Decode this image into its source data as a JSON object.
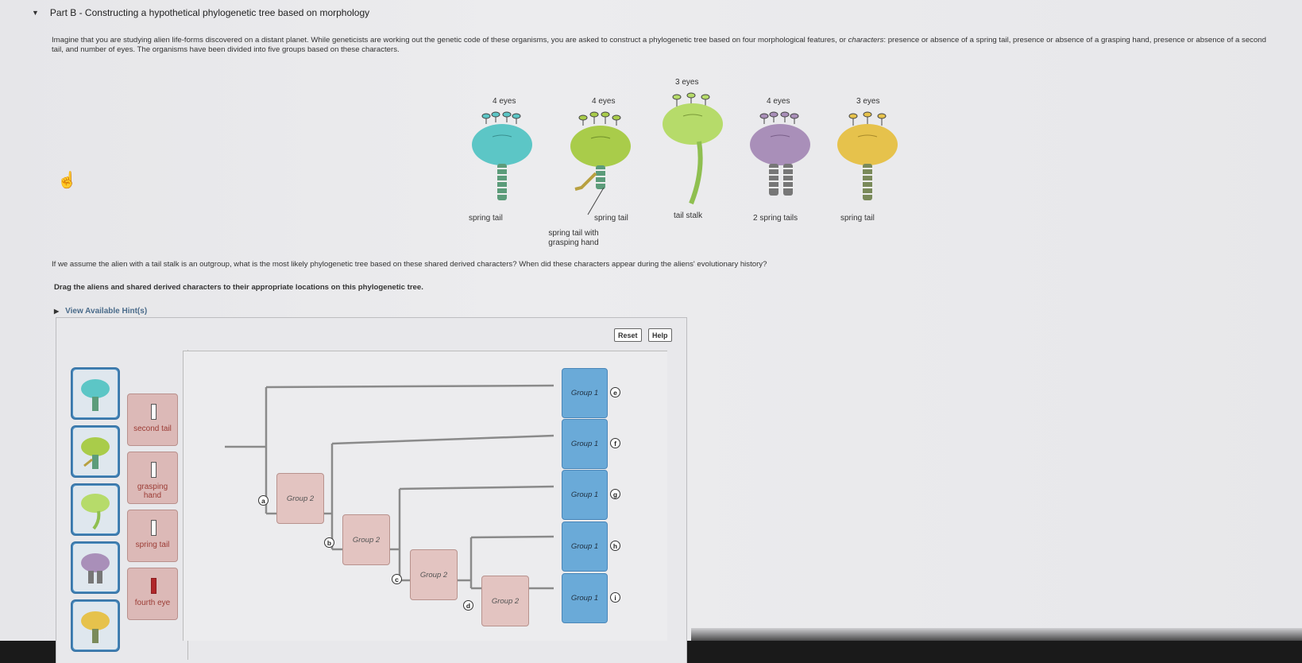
{
  "part": {
    "title": "Part B - Constructing a hypothetical phylogenetic tree based on morphology",
    "caret": "▼"
  },
  "intro": {
    "text_a": "Imagine that you are studying alien life-forms discovered on a distant planet. While geneticists are working out the genetic code of these organisms, you are asked to construct a phylogenetic tree based on four morphological features, or ",
    "text_em": "characters",
    "text_b": ": presence or absence of a spring tail, presence or absence of a grasping hand, presence or absence of a second tail, and number of eyes. The organisms have been divided into five groups based on these characters."
  },
  "figure": {
    "aliens": [
      {
        "eyes": "4 eyes",
        "tail": "spring tail",
        "color": "#5cc6c6"
      },
      {
        "eyes": "4 eyes",
        "tail": "spring tail",
        "extra": "spring tail with grasping hand",
        "color": "#a9cc4a"
      },
      {
        "eyes": "3 eyes",
        "tail": "tail stalk",
        "color": "#b6db6a"
      },
      {
        "eyes": "4 eyes",
        "tail": "2 spring tails",
        "color": "#a98fb9"
      },
      {
        "eyes": "3 eyes",
        "tail": "spring tail",
        "color": "#e6c24c"
      }
    ]
  },
  "question": "If we assume the alien with a tail stalk is an outgroup, what is the most likely phylogenetic tree based on these shared derived characters? When did these characters appear during the aliens' evolutionary history?",
  "instruction": "Drag the aliens and shared derived characters to their appropriate locations on this phylogenetic tree.",
  "hint": "View Available Hint(s)",
  "controls": {
    "reset": "Reset",
    "help": "Help"
  },
  "characters": [
    {
      "label": "second tail",
      "filled": false
    },
    {
      "label": "grasping hand",
      "filled": false
    },
    {
      "label": "spring tail",
      "filled": false
    },
    {
      "label": "fourth eye",
      "filled": true
    }
  ],
  "tree": {
    "group1_label": "Group 1",
    "group2_label": "Group 2",
    "node_markers": [
      "a",
      "b",
      "c",
      "d"
    ],
    "leaf_markers": [
      "e",
      "f",
      "g",
      "h",
      "i"
    ]
  },
  "colors": {
    "group1": "#6aaad8",
    "group2": "#e3c4c1",
    "link": "#4a6b8a"
  }
}
